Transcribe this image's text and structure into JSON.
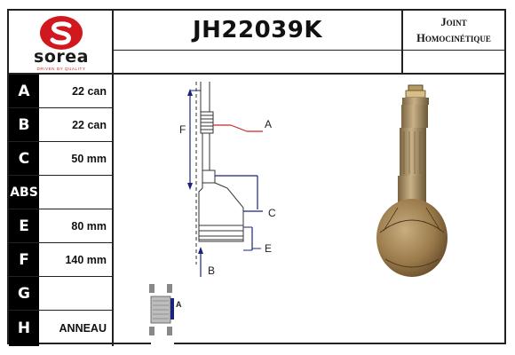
{
  "brand": {
    "name": "sorea",
    "tagline": "DRIVEN BY QUALITY",
    "color": "#d0181e"
  },
  "header": {
    "reference": "JH22039K",
    "type_line1": "Joint",
    "type_line2": "Homocinétique"
  },
  "specs": [
    {
      "letter": "A",
      "value": "22 can"
    },
    {
      "letter": "B",
      "value": "22 can"
    },
    {
      "letter": "C",
      "value": "50 mm"
    },
    {
      "letter": "ABS",
      "value": ""
    },
    {
      "letter": "E",
      "value": "80 mm"
    },
    {
      "letter": "F",
      "value": "140 mm"
    },
    {
      "letter": "G",
      "value": ""
    },
    {
      "letter": "H",
      "value": "ANNEAU"
    }
  ],
  "diagram": {
    "labels": {
      "a": "A",
      "b": "B",
      "c": "C",
      "e": "E",
      "f": "F",
      "inset": "A"
    },
    "colors": {
      "dimension_line": "#1a237e",
      "pointer_line": "#c62828"
    }
  }
}
